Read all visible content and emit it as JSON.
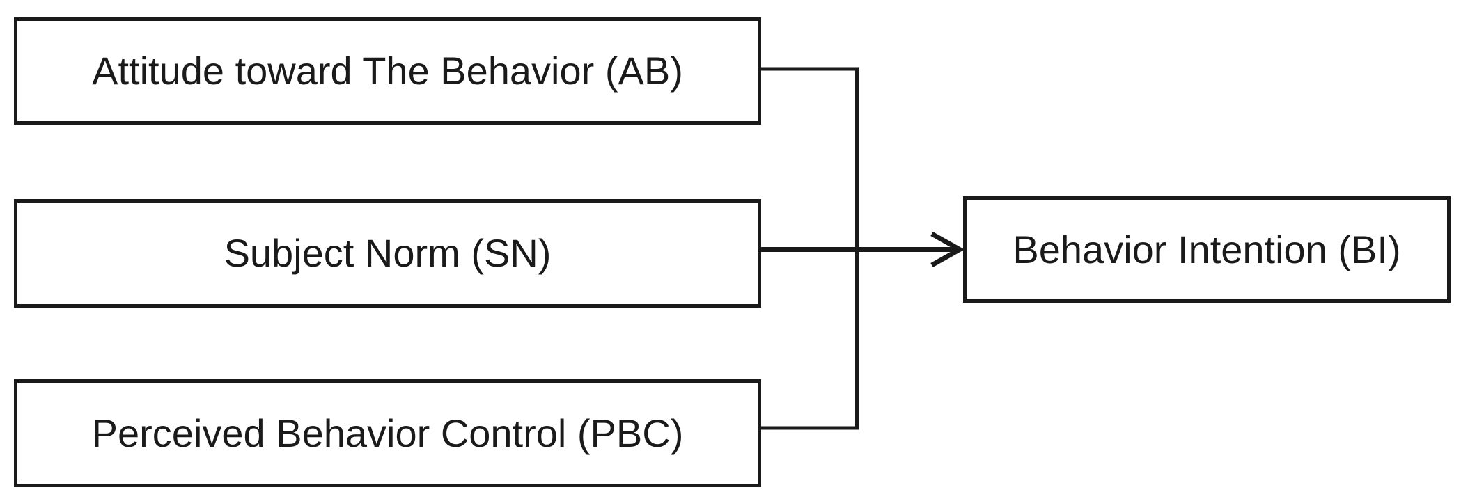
{
  "diagram": {
    "type": "flow-diagram",
    "colors": {
      "line": "#1a1a1a",
      "box_border": "#1a1a1a",
      "box_fill": "#ffffff",
      "background": "#ffffff",
      "text": "#1a1a1a"
    },
    "nodes": [
      {
        "id": "AB",
        "label": "Attitude toward The Behavior (AB)"
      },
      {
        "id": "SN",
        "label": "Subject Norm (SN)"
      },
      {
        "id": "PBC",
        "label": "Perceived Behavior Control (PBC)"
      },
      {
        "id": "BI",
        "label": "Behavior Intention (BI)"
      }
    ],
    "edges": [
      {
        "from": "AB",
        "to": "BI",
        "style": "elbow-through-junction",
        "arrowhead": false
      },
      {
        "from": "SN",
        "to": "BI",
        "style": "straight",
        "arrowhead": true
      },
      {
        "from": "PBC",
        "to": "BI",
        "style": "elbow-through-junction",
        "arrowhead": false
      }
    ]
  }
}
